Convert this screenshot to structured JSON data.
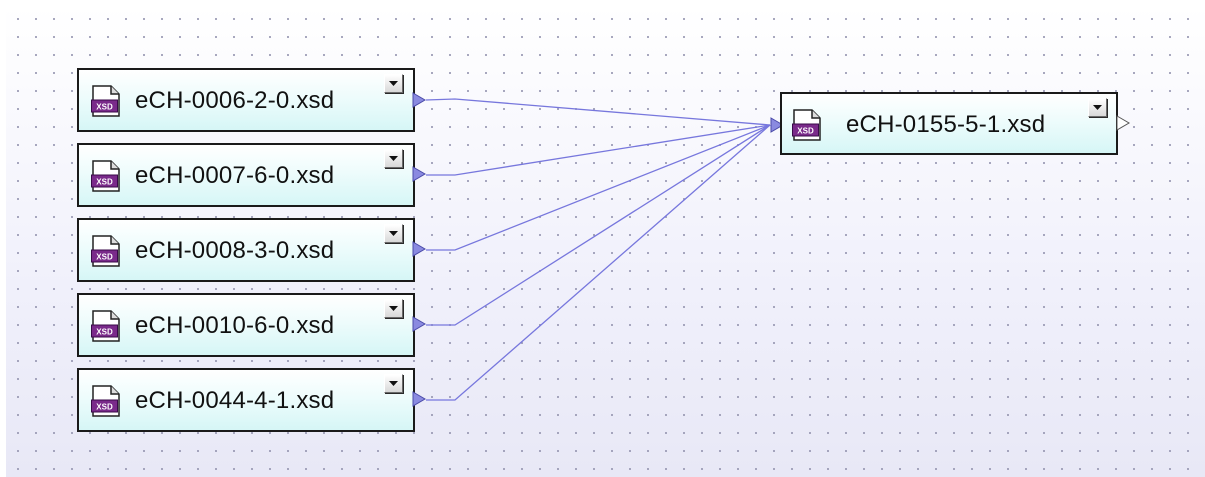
{
  "diagram": {
    "sources": [
      {
        "id": "src-1",
        "label": "eCH-0006-2-0.xsd"
      },
      {
        "id": "src-2",
        "label": "eCH-0007-6-0.xsd"
      },
      {
        "id": "src-3",
        "label": "eCH-0008-3-0.xsd"
      },
      {
        "id": "src-4",
        "label": "eCH-0010-6-0.xsd"
      },
      {
        "id": "src-5",
        "label": "eCH-0044-4-1.xsd"
      }
    ],
    "target": {
      "id": "tgt-1",
      "label": "eCH-0155-5-1.xsd"
    },
    "connections": [
      {
        "from": "src-1",
        "to": "tgt-1"
      },
      {
        "from": "src-2",
        "to": "tgt-1"
      },
      {
        "from": "src-3",
        "to": "tgt-1"
      },
      {
        "from": "src-4",
        "to": "tgt-1"
      },
      {
        "from": "src-5",
        "to": "tgt-1"
      }
    ],
    "icons": {
      "file": "xsd-file-icon",
      "dropdown": "dropdown-arrow-icon",
      "input_port": "input-port-icon",
      "output_port": "output-port-icon"
    },
    "colors": {
      "wire": "#7777dd",
      "port_fill": "#8a8ae0",
      "node_border": "#1a1a1a",
      "node_fill": "#e6fafa",
      "xsd_badge": "#7a2a8a"
    }
  }
}
